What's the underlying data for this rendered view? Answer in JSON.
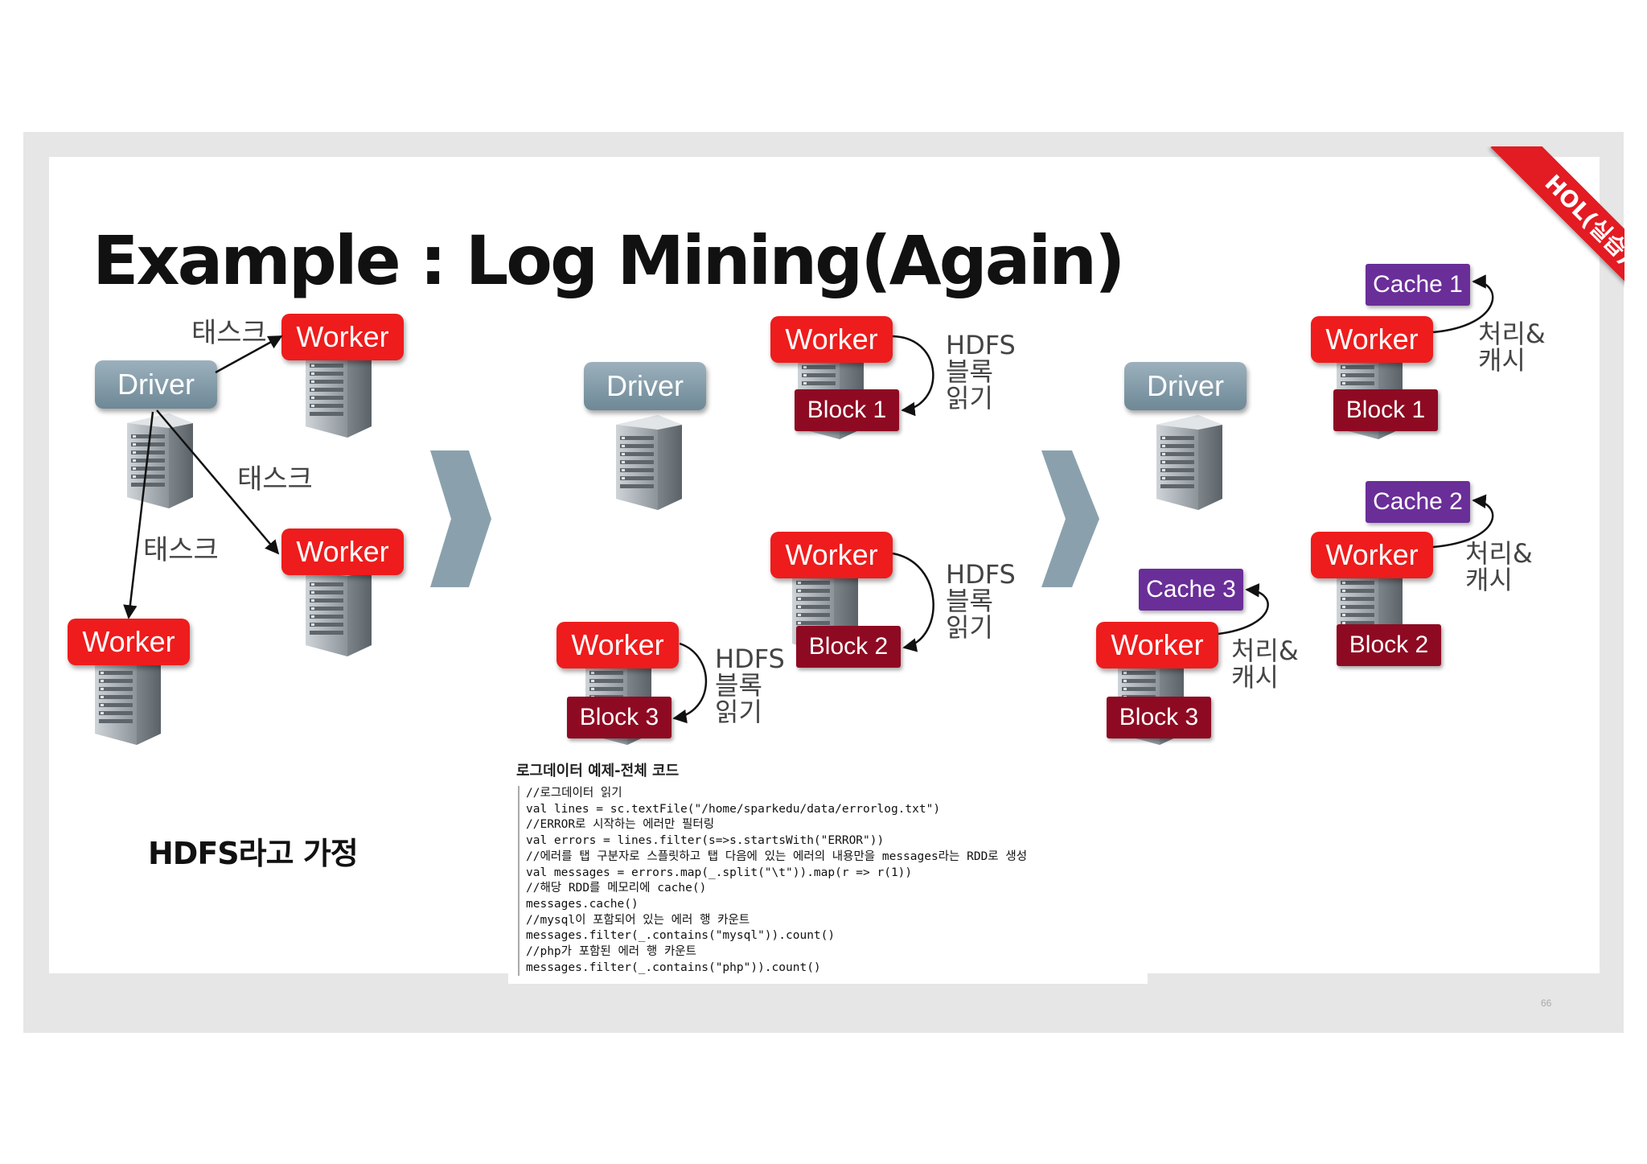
{
  "slide": {
    "title": "Example : Log Mining(Again)",
    "ribbon": "HOL(실습)",
    "page_number": "66",
    "assumption_note": "HDFS라고 가정"
  },
  "panel1": {
    "driver": "Driver",
    "workers": [
      "Worker",
      "Worker",
      "Worker"
    ],
    "task_labels": [
      "태스크",
      "태스크",
      "태스크"
    ]
  },
  "panel2": {
    "driver": "Driver",
    "workers": [
      "Worker",
      "Worker",
      "Worker"
    ],
    "blocks": [
      "Block 1",
      "Block 2",
      "Block 3"
    ],
    "read_labels": [
      [
        "HDFS",
        "블록",
        "읽기"
      ],
      [
        "HDFS",
        "블록",
        "읽기"
      ],
      [
        "HDFS",
        "블록",
        "읽기"
      ]
    ]
  },
  "panel3": {
    "driver": "Driver",
    "workers": [
      "Worker",
      "Worker",
      "Worker"
    ],
    "blocks": [
      "Block 1",
      "Block 2",
      "Block 3"
    ],
    "caches": [
      "Cache 1",
      "Cache 2",
      "Cache 3"
    ],
    "process_labels": [
      [
        "처리&",
        "캐시"
      ],
      [
        "처리&",
        "캐시"
      ],
      [
        "처리&",
        "캐시"
      ]
    ]
  },
  "code": {
    "title": "로그데이터 예제-전체 코드",
    "lines": [
      "//로그데이터 읽기",
      "val lines = sc.textFile(\"/home/sparkedu/data/errorlog.txt\")",
      "//ERROR로 시작하는 에러만 필터링",
      "val errors = lines.filter(s=>s.startsWith(\"ERROR\"))",
      "//에러를 탭 구분자로 스플릿하고 탭 다음에 있는 에러의 내용만을 messages라는 RDD로 생성",
      "val messages = errors.map(_.split(\"\\t\")).map(r => r(1))",
      "//해당 RDD를 메모리에 cache()",
      "messages.cache()",
      "//mysql이 포함되어 있는 에러 행 카운트",
      "messages.filter(_.contains(\"mysql\")).count()",
      "//php가 포함된 에러 행 카운트",
      "messages.filter(_.contains(\"php\")).count()"
    ]
  },
  "colors": {
    "worker": "#ee1c1c",
    "driver": "#7d96a3",
    "block": "#8e0a22",
    "cache": "#6a2e98",
    "arrow": "#8aa1ad",
    "ribbon": "#e31b23"
  }
}
